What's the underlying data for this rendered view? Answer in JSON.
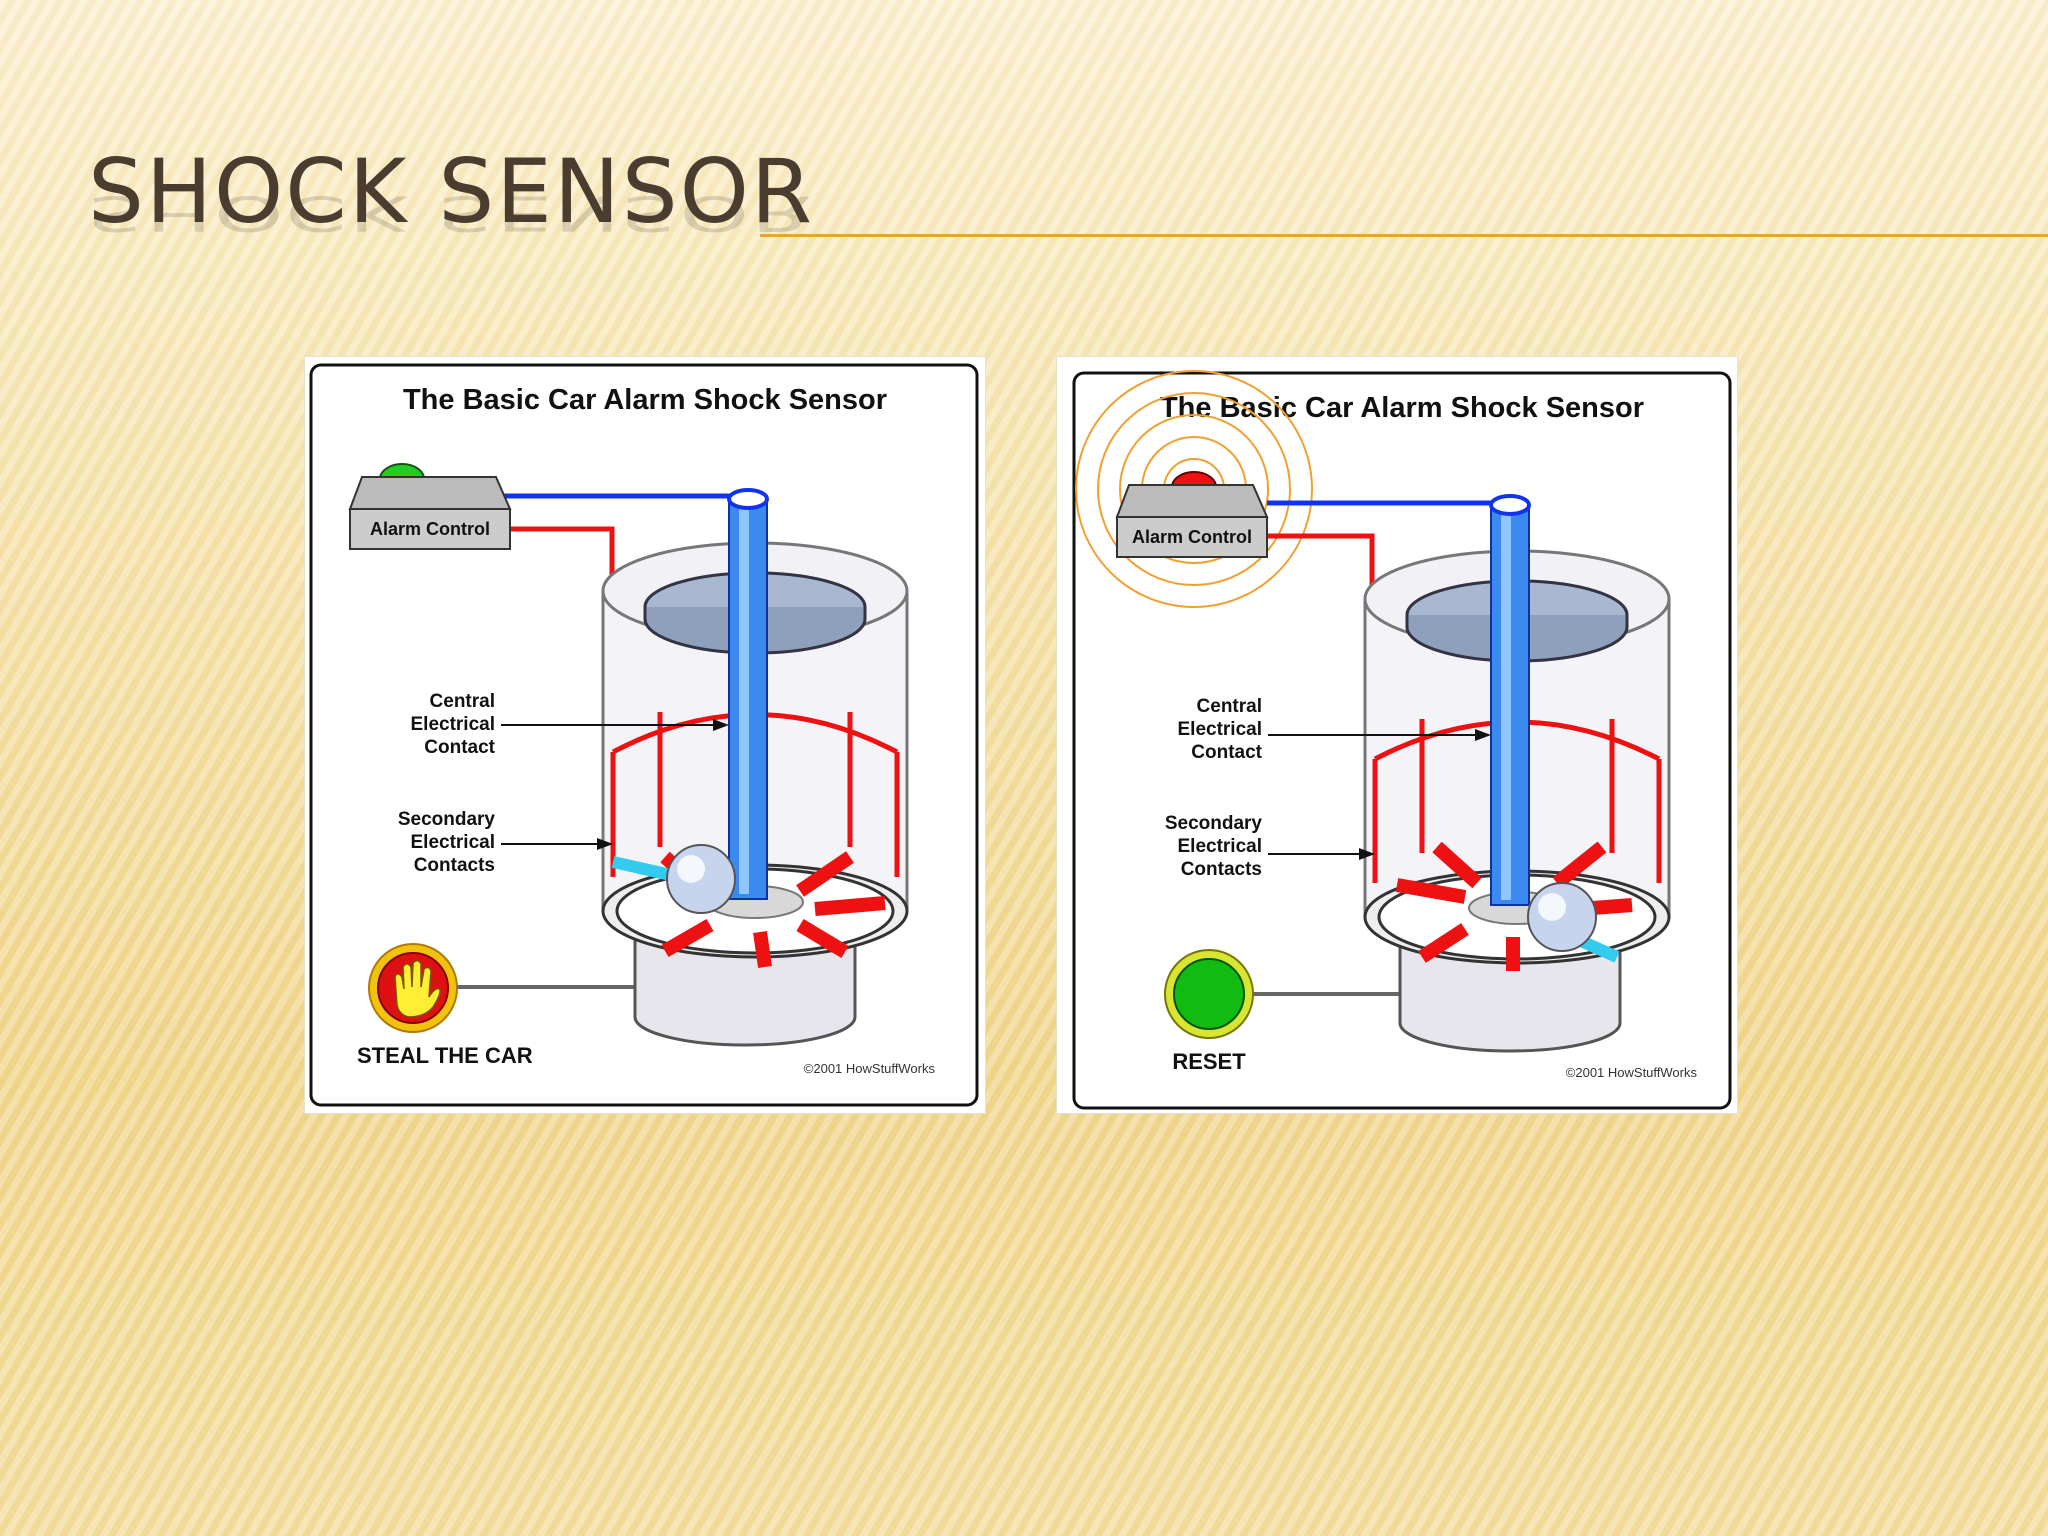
{
  "slide": {
    "title": "SHOCK SENSOR"
  },
  "panels": [
    {
      "title": "The Basic Car Alarm Shock Sensor",
      "alarm_label": "Alarm Control",
      "central_label": [
        "Central",
        "Electrical",
        "Contact"
      ],
      "secondary_label": [
        "Secondary",
        "Electrical",
        "Contacts"
      ],
      "button_label": "STEAL THE CAR",
      "copyright": "©2001 HowStuffWorks",
      "colors": {
        "light": "#22cc22",
        "button": "#dd1111"
      }
    },
    {
      "title": "The Basic Car Alarm Shock Sensor",
      "alarm_label": "Alarm Control",
      "central_label": [
        "Central",
        "Electrical",
        "Contact"
      ],
      "secondary_label": [
        "Secondary",
        "Electrical",
        "Contacts"
      ],
      "button_label": "RESET",
      "copyright": "©2001 HowStuffWorks",
      "colors": {
        "light": "#ee1111",
        "button": "#11bb11"
      }
    }
  ],
  "icons": {
    "steal_button": "hand-stop-icon",
    "reset_button": "green-circle-button-icon"
  }
}
